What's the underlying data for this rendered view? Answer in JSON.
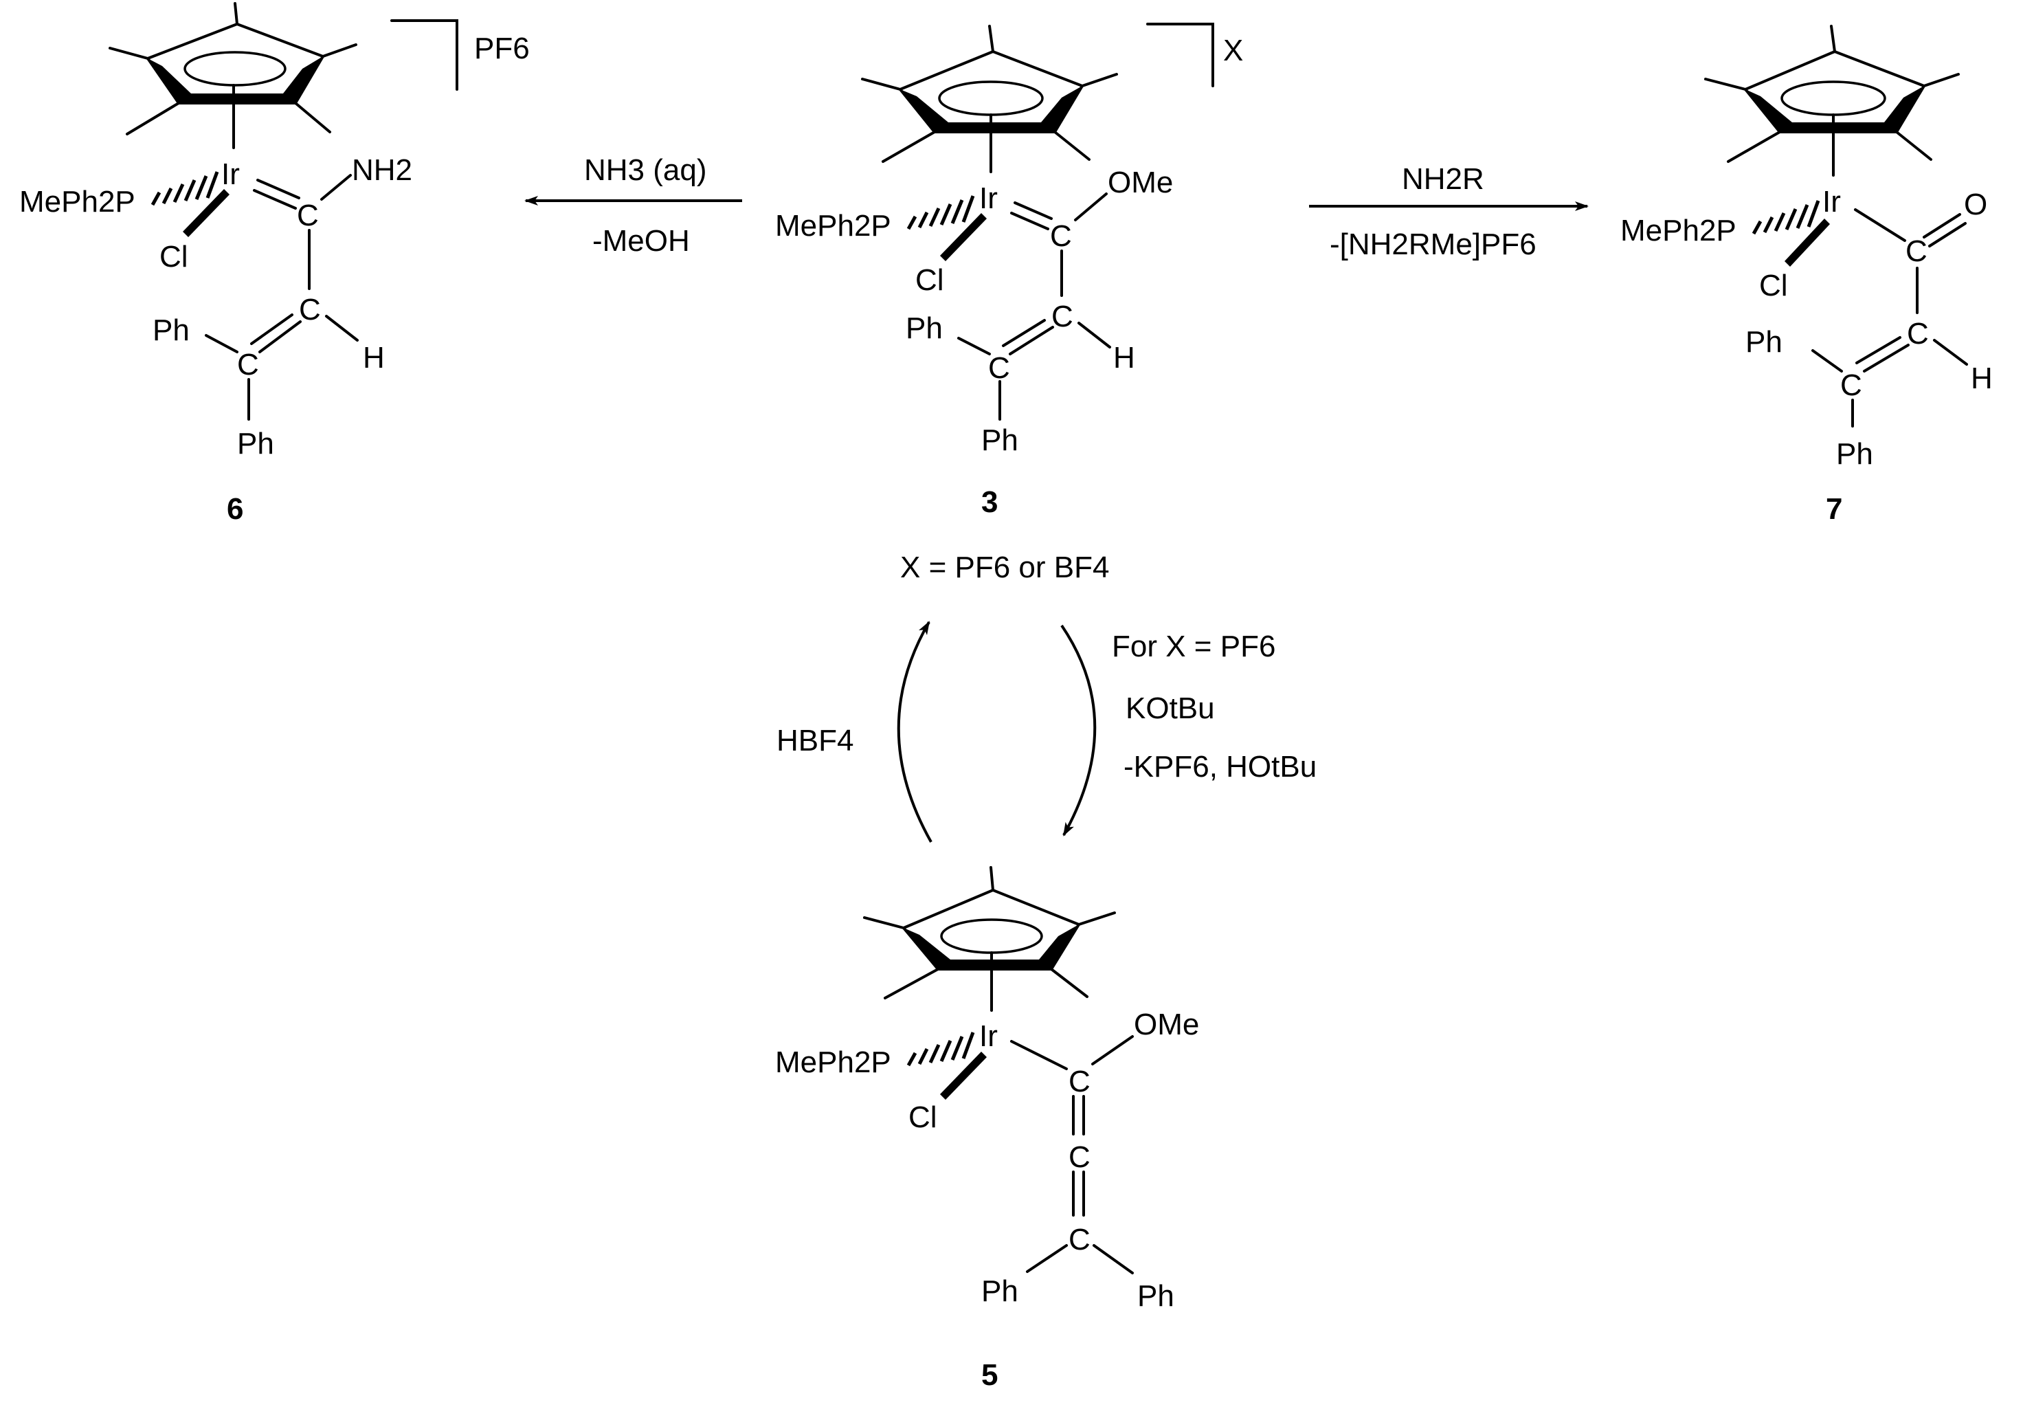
{
  "compounds": {
    "c3": {
      "number": "3",
      "counterion": "X",
      "ligand_p": "MePh2P",
      "metal": "Ir",
      "halide": "Cl",
      "substituent": "OMe",
      "carbon": "C",
      "phenyl": "Ph",
      "hydrogen": "H"
    },
    "c6": {
      "number": "6",
      "counterion": "PF6",
      "ligand_p": "MePh2P",
      "metal": "Ir",
      "halide": "Cl",
      "substituent": "NH2",
      "carbon": "C",
      "phenyl": "Ph",
      "hydrogen": "H"
    },
    "c7": {
      "number": "7",
      "ligand_p": "MePh2P",
      "metal": "Ir",
      "halide": "Cl",
      "substituent": "O",
      "carbon": "C",
      "phenyl": "Ph",
      "hydrogen": "H"
    },
    "c5": {
      "number": "5",
      "ligand_p": "MePh2P",
      "metal": "Ir",
      "halide": "Cl",
      "substituent": "OMe",
      "carbon": "C",
      "phenyl": "Ph"
    }
  },
  "x_definition": "X = PF6 or BF4",
  "conditions": {
    "to_6_reagent": "NH3 (aq)",
    "to_6_byproduct": "-MeOH",
    "to_7_reagent": "NH2R",
    "to_7_byproduct": "-[NH2RMe]PF6",
    "to_5_line1": "For X = PF6",
    "to_5_line2": "KOtBu",
    "to_5_line3": "-KPF6, HOtBu",
    "to_3_reagent": "HBF4"
  }
}
